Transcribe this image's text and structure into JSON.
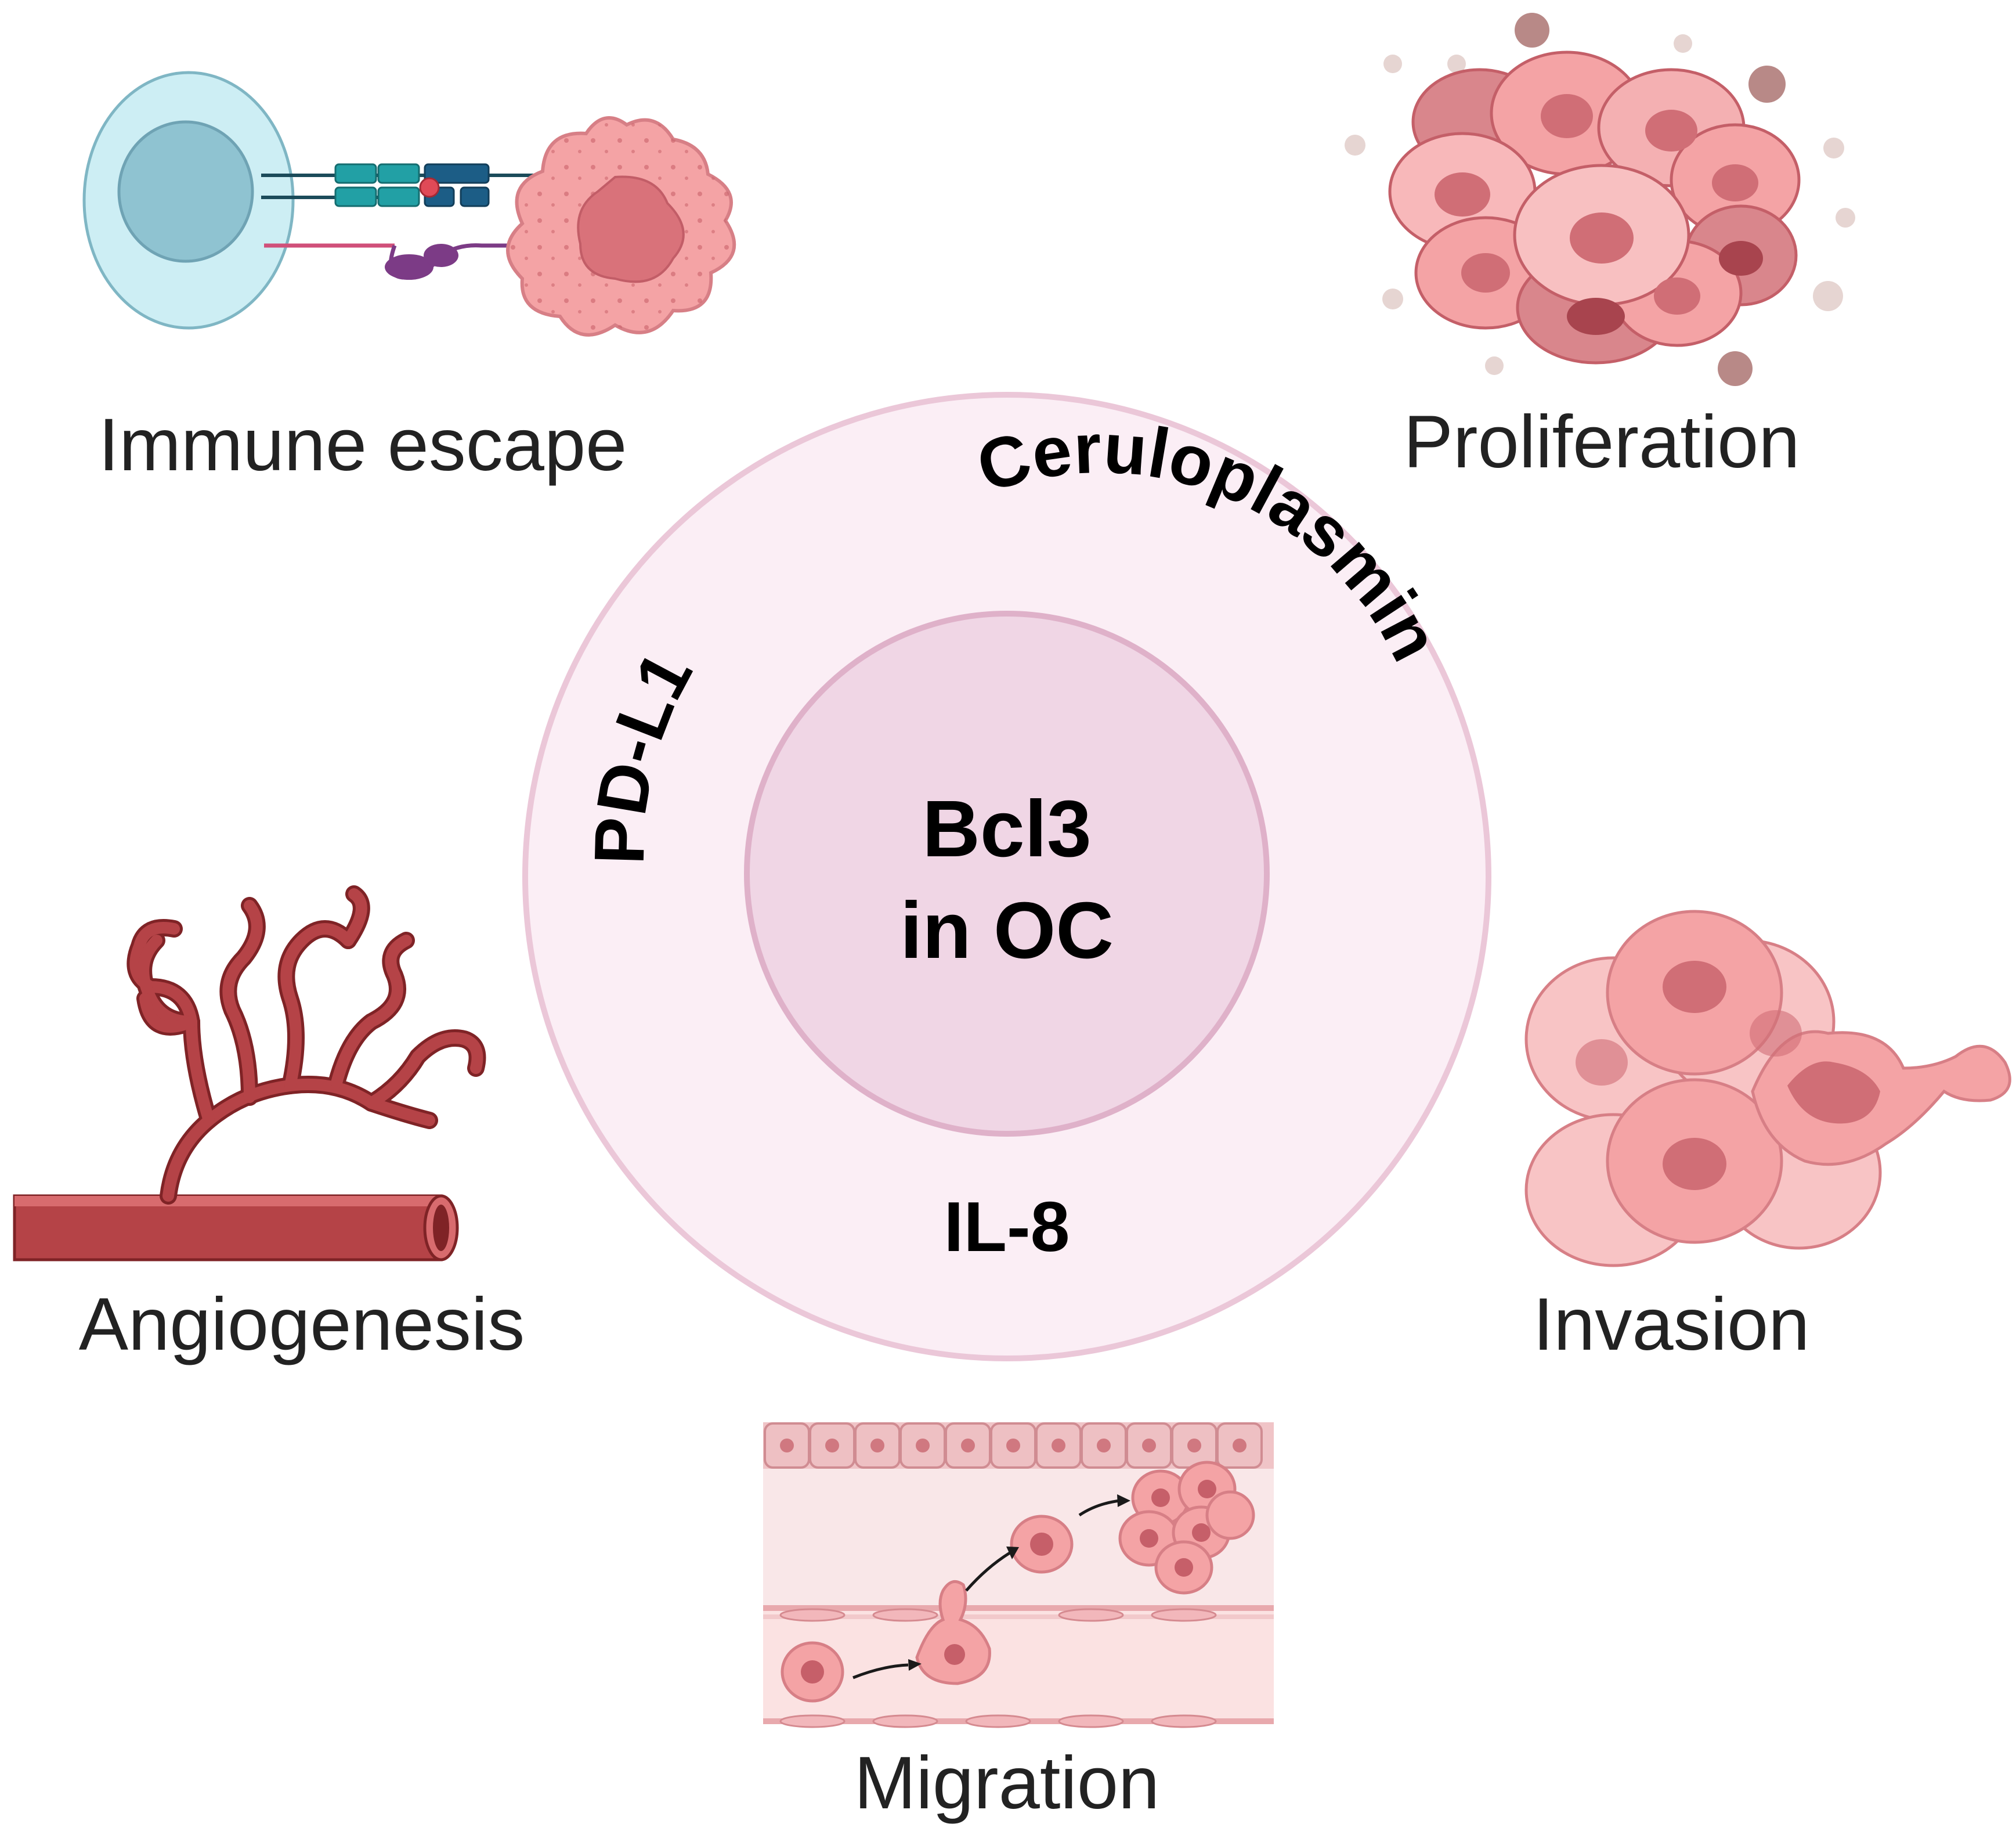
{
  "center": {
    "line1": "Bcl3",
    "line2": "in OC"
  },
  "ring_labels": {
    "left": "PD-L1",
    "right": "Ceruloplasmin",
    "bottom": "IL-8"
  },
  "outcomes": {
    "immune_escape": "Immune escape",
    "proliferation": "Proliferation",
    "angiogenesis": "Angiogenesis",
    "invasion": "Invasion",
    "migration": "Migration"
  },
  "colors": {
    "outer_ring": "#fbeef5",
    "outer_ring_stroke": "#ebc7d8",
    "inner_circle": "#f0d6e5",
    "inner_circle_stroke": "#dfb1c9",
    "tumor_cell": "#f4a3a5",
    "tumor_nucleus": "#d9727a",
    "tumor_edge": "#d77f86",
    "immune_cell": "#cdeef4",
    "immune_nucleus": "#8fc3d1",
    "vessel": "#b54347",
    "vessel_dark": "#7f2326",
    "teal": "#22a0a5",
    "navy": "#1c5d86",
    "purple": "#7c3b86",
    "magenta": "#d0507a"
  },
  "icons": [
    "t-cell-icon",
    "pd1-pdl1-binding-icon",
    "tumor-cell-icon",
    "tumor-cluster-icon",
    "blood-vessel-icon",
    "invading-cells-icon",
    "migrating-cells-icon"
  ]
}
